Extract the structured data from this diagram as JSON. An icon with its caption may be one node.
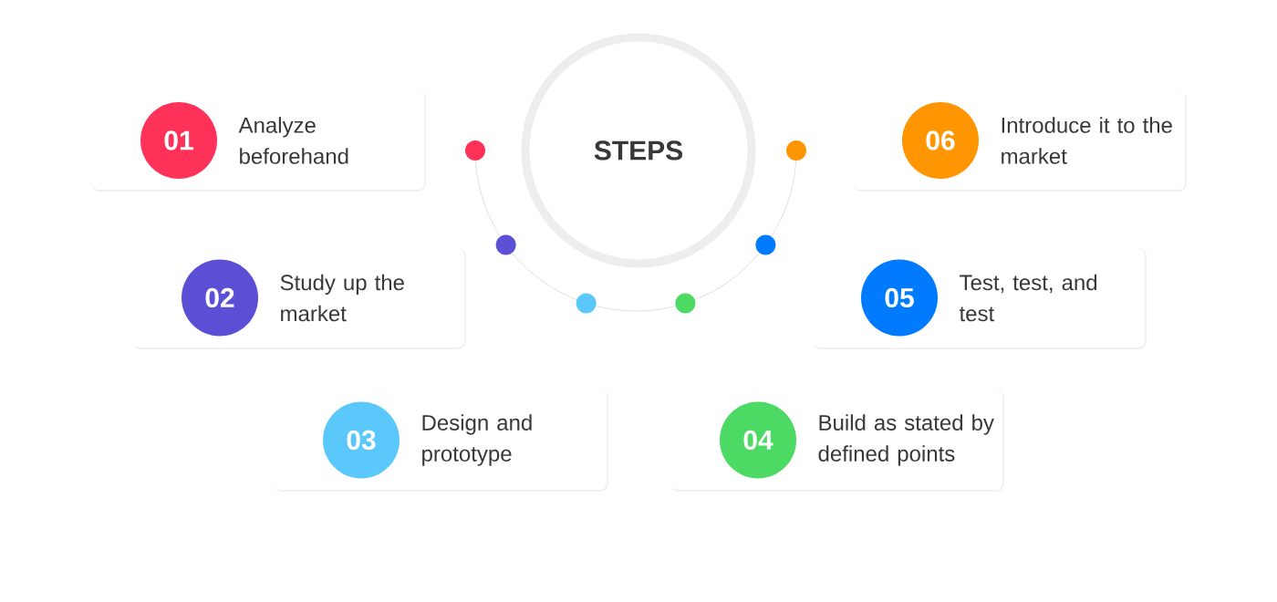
{
  "diagram": {
    "nodes": [
      {
        "text": [
          "STEPS"
        ]
      },
      {
        "text": [
          "01",
          "Analyze beforehand"
        ]
      },
      {
        "text": [
          "02",
          "Study up the market"
        ]
      },
      {
        "text": [
          "03",
          "Design and prototype"
        ]
      },
      {
        "text": [
          "04",
          "Build as stated by defined points"
        ]
      },
      {
        "text": [
          "05",
          "Test, test, and test"
        ]
      },
      {
        "text": [
          "06",
          "Introduce it to the market"
        ]
      }
    ]
  }
}
